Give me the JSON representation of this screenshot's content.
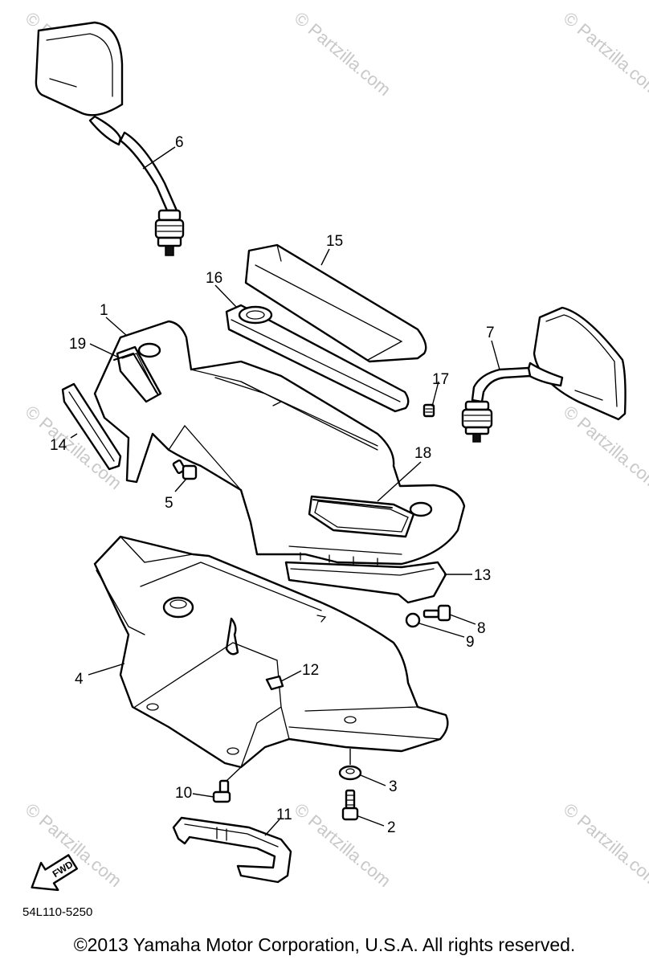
{
  "callouts": [
    {
      "id": "1",
      "label": "1"
    },
    {
      "id": "2",
      "label": "2"
    },
    {
      "id": "3",
      "label": "3"
    },
    {
      "id": "4",
      "label": "4"
    },
    {
      "id": "5",
      "label": "5"
    },
    {
      "id": "6",
      "label": "6"
    },
    {
      "id": "7",
      "label": "7"
    },
    {
      "id": "8",
      "label": "8"
    },
    {
      "id": "9",
      "label": "9"
    },
    {
      "id": "10",
      "label": "10"
    },
    {
      "id": "11",
      "label": "11"
    },
    {
      "id": "12",
      "label": "12"
    },
    {
      "id": "13",
      "label": "13"
    },
    {
      "id": "14",
      "label": "14"
    },
    {
      "id": "15",
      "label": "15"
    },
    {
      "id": "16",
      "label": "16"
    },
    {
      "id": "17",
      "label": "17"
    },
    {
      "id": "18",
      "label": "18"
    },
    {
      "id": "19",
      "label": "19"
    }
  ],
  "direction_arrow": {
    "label": "FWD"
  },
  "diagram_code": "54L110-5250",
  "copyright": "©2013  Yamaha Motor Corporation, U.S.A. All rights reserved.",
  "watermark": "© Partzilla.com"
}
